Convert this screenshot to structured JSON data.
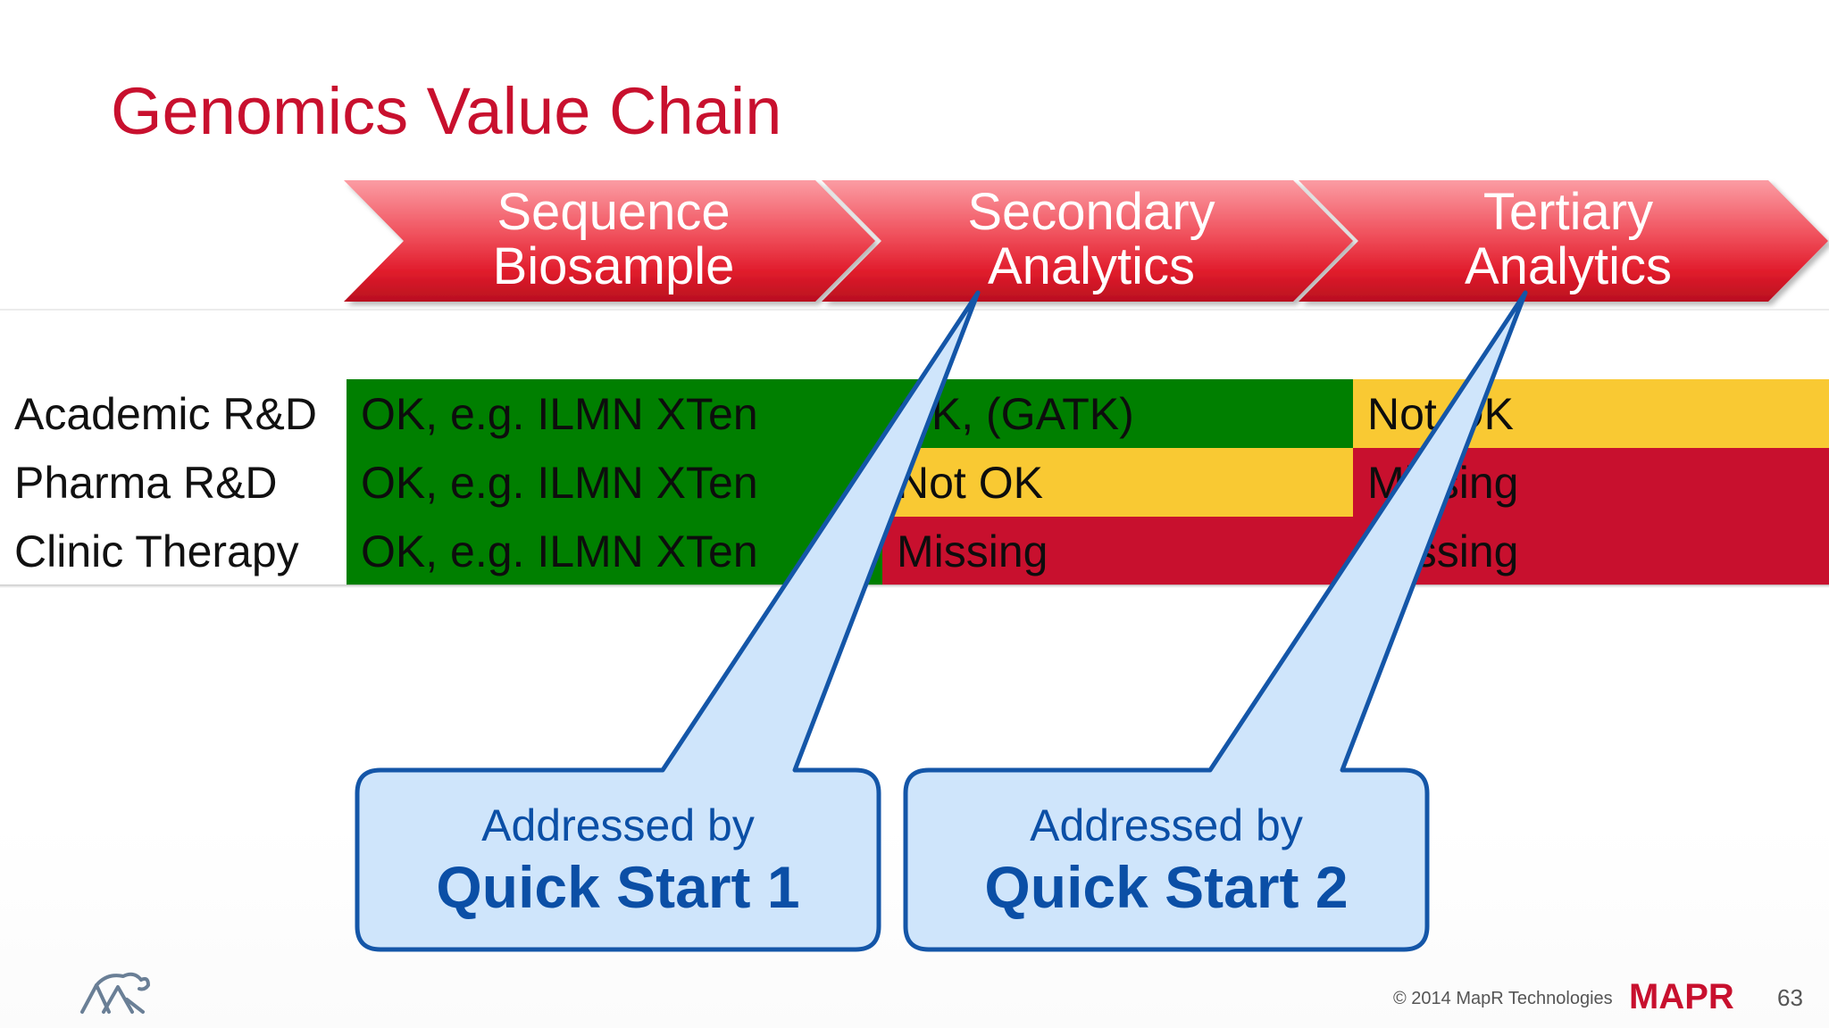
{
  "slide": {
    "title": "Genomics Value Chain",
    "page_number": "63",
    "copyright": "© 2014 MapR Technologies",
    "brand_logo": "MAPR",
    "colors": {
      "title": "#c8102e",
      "chevron": "#e41e2f",
      "ok": "#007f00",
      "partial": "#f9c933",
      "missing": "#c8102e",
      "callout_fill": "#cfe5fb",
      "callout_border": "#1456a8",
      "callout_text": "#0b4fa6"
    }
  },
  "stages": [
    {
      "line1": "Sequence",
      "line2": "Biosample"
    },
    {
      "line1": "Secondary",
      "line2": "Analytics"
    },
    {
      "line1": "Tertiary",
      "line2": "Analytics"
    }
  ],
  "rows": [
    {
      "label": "Academic R&D",
      "cells": [
        {
          "text": "OK, e.g. ILMN XTen",
          "status": "ok"
        },
        {
          "text": "OK, (GATK)",
          "status": "ok"
        },
        {
          "text": "Not OK",
          "status": "partial"
        }
      ]
    },
    {
      "label": "Pharma R&D",
      "cells": [
        {
          "text": "OK, e.g. ILMN XTen",
          "status": "ok"
        },
        {
          "text": "Not OK",
          "status": "partial"
        },
        {
          "text": "Missing",
          "status": "missing"
        }
      ]
    },
    {
      "label": "Clinic Therapy",
      "cells": [
        {
          "text": "OK, e.g. ILMN XTen",
          "status": "ok"
        },
        {
          "text": "Missing",
          "status": "missing"
        },
        {
          "text": "Missing",
          "status": "missing"
        }
      ]
    }
  ],
  "callouts": [
    {
      "line1": "Addressed by",
      "line2": "Quick Start 1"
    },
    {
      "line1": "Addressed by",
      "line2": "Quick Start 2"
    }
  ],
  "icons": [
    "mapr-elephant-icon",
    "mapr-logo"
  ]
}
